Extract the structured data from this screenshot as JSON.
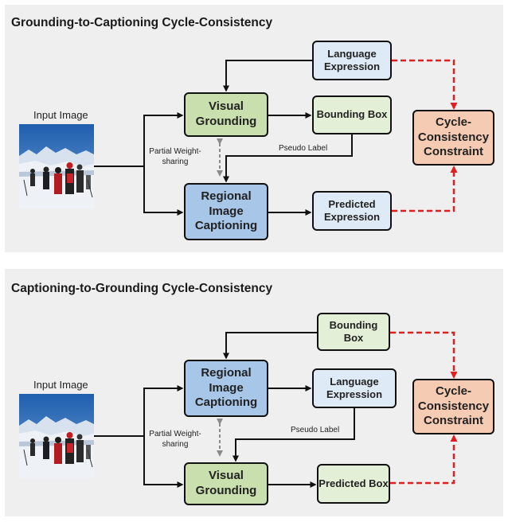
{
  "top": {
    "title": "Grounding-to-Captioning Cycle-Consistency",
    "input_label": "Input Image",
    "weight_sharing": "Partial Weight-sharing",
    "pseudo_label": "Pseudo Label",
    "upper_model": "Visual Grounding",
    "lower_model": "Regional Image Captioning",
    "source_box": "Language Expression",
    "mid_box": "Bounding Box",
    "out_box": "Predicted Expression",
    "constraint": "Cycle-Consistency Constraint"
  },
  "bottom": {
    "title": "Captioning-to-Grounding Cycle-Consistency",
    "input_label": "Input Image",
    "weight_sharing": "Partial Weight-sharing",
    "pseudo_label": "Pseudo Label",
    "upper_model": "Regional Image Captioning",
    "lower_model": "Visual Grounding",
    "source_box": "Bounding Box",
    "mid_box": "Language Expression",
    "out_box": "Predicted Box",
    "constraint": "Cycle-Consistency Constraint"
  },
  "colors": {
    "grounding": "#c9dfae",
    "captioning": "#a7c6e8",
    "box_light_green": "#e3efd6",
    "expression_light_blue": "#deeaf6",
    "constraint": "#f6cbb3",
    "dashed_red": "#e02020",
    "dashed_gray": "#8a8a8a"
  }
}
